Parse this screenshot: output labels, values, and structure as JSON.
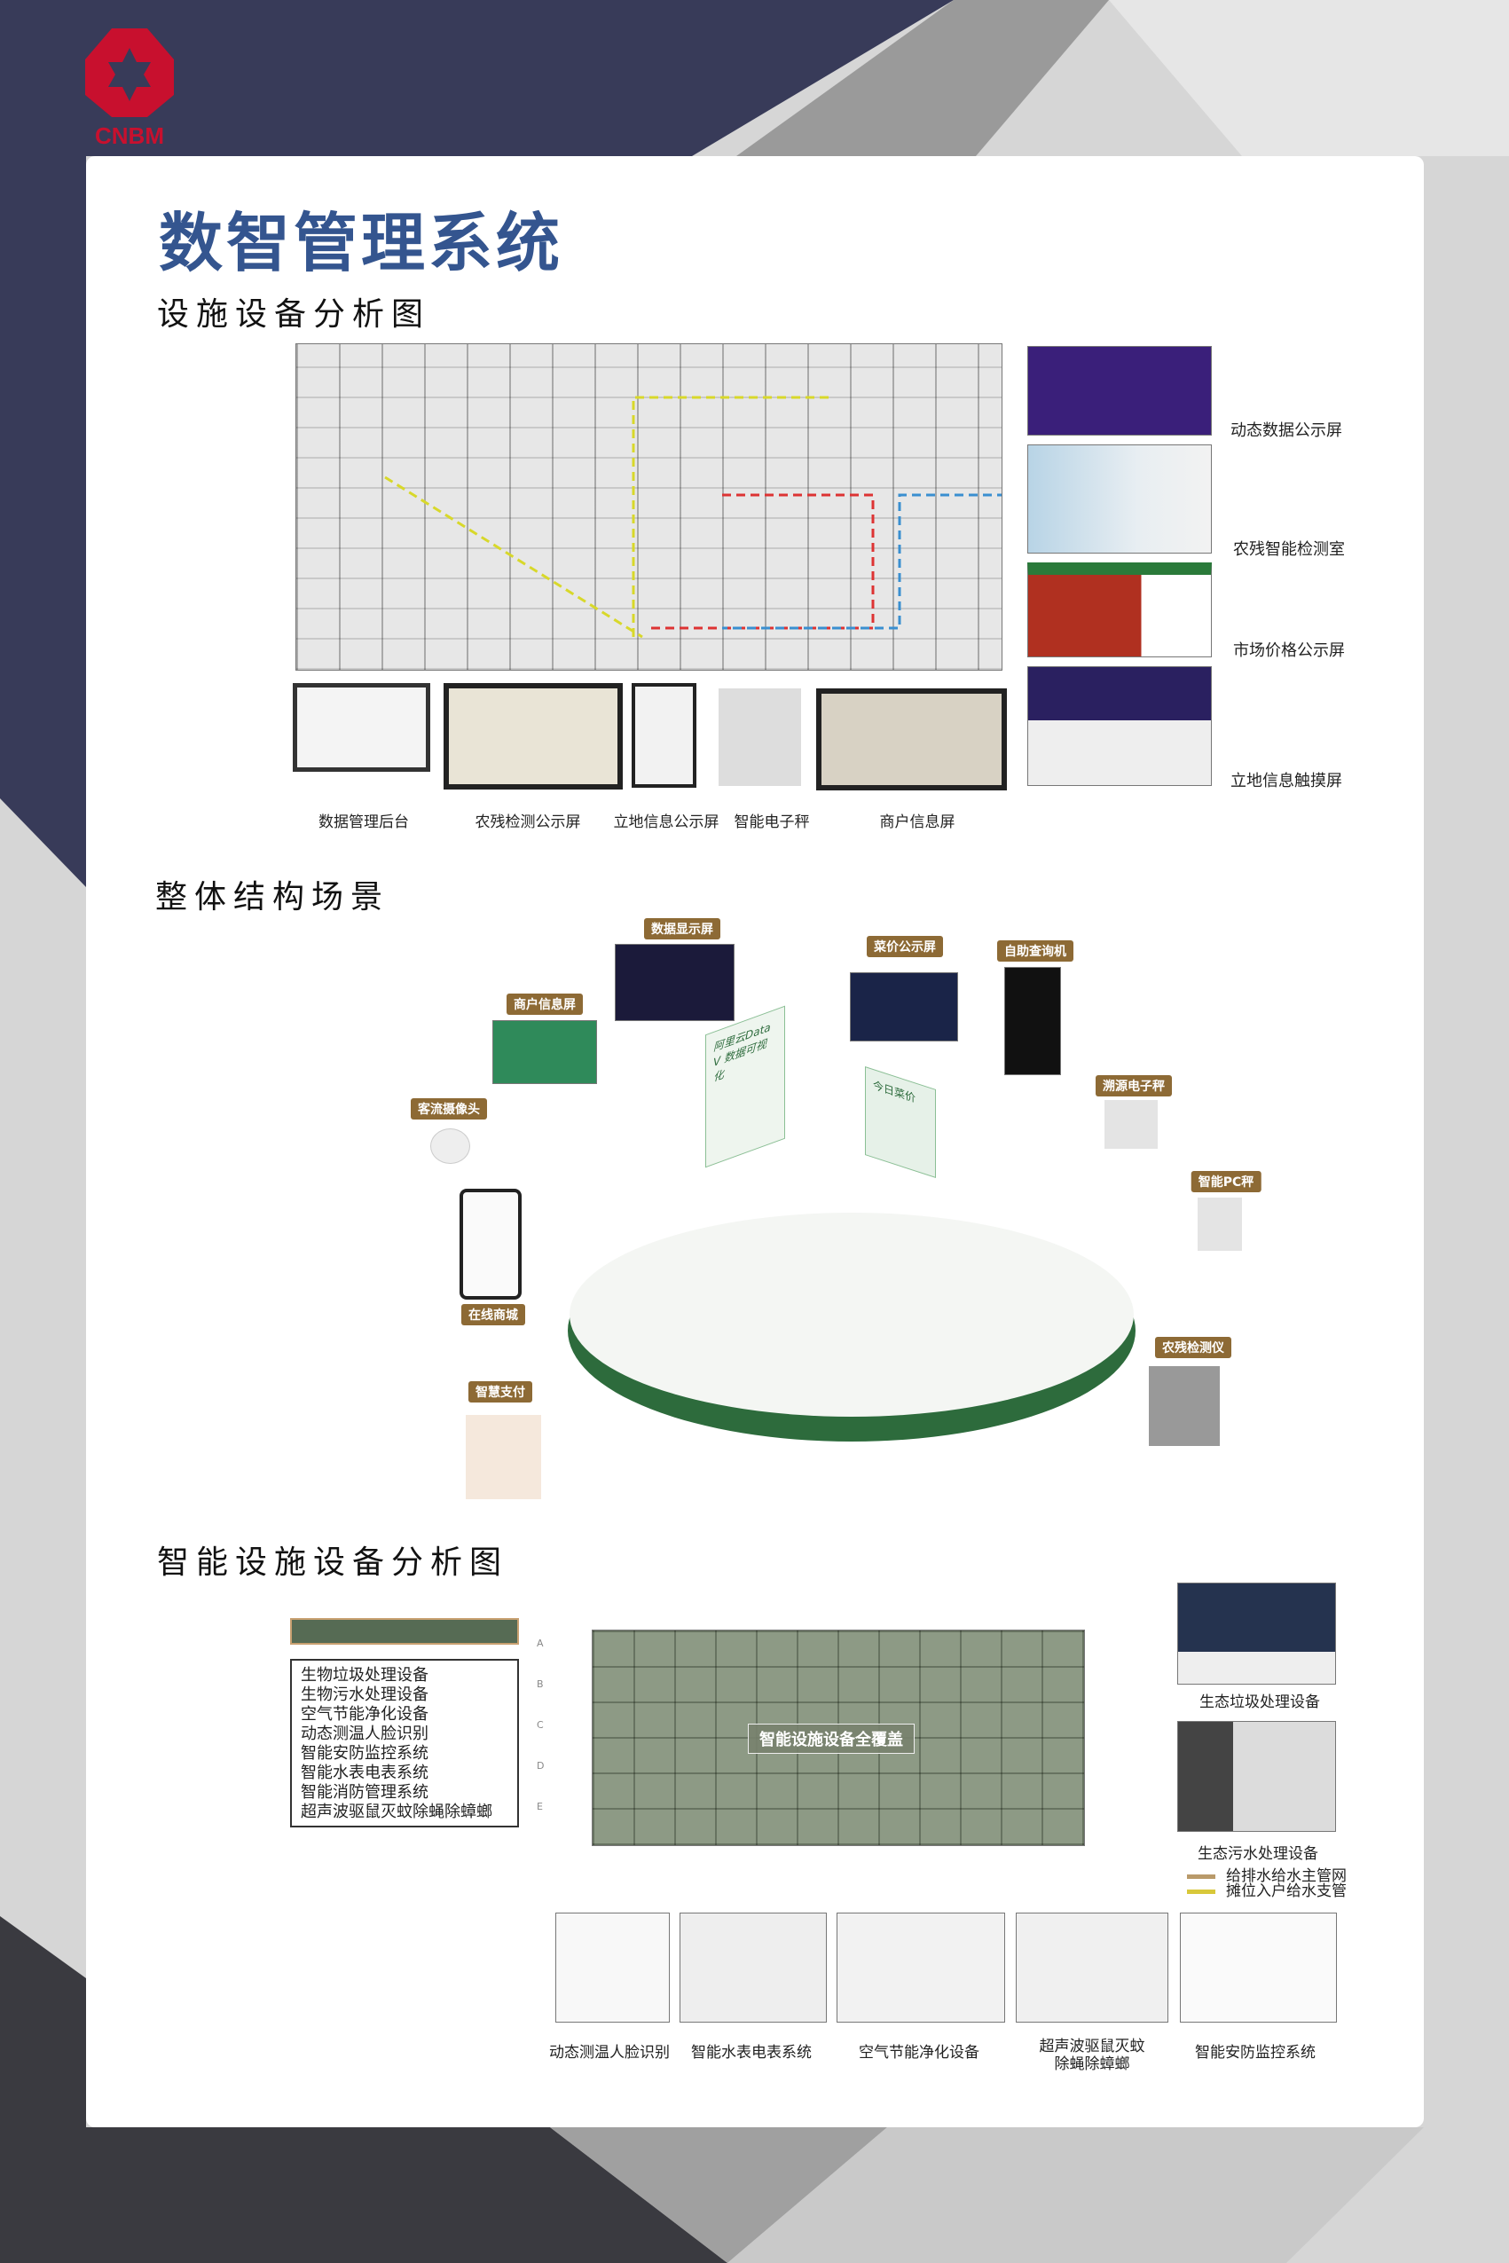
{
  "logo": {
    "text": "CNBM",
    "color": "#c8102e"
  },
  "colors": {
    "navy": "#383b59",
    "title_blue": "#34558f",
    "tag_brown": "#8d6a35",
    "disc_green": "#2d6b3c"
  },
  "title": "数智管理系统",
  "section1": {
    "heading": "设施设备分析图",
    "right_labels": [
      "动态数据公示屏",
      "农残智能检测室",
      "市场价格公示屏",
      "立地信息触摸屏"
    ],
    "bottom_labels": [
      "数据管理后台",
      "农残检测公示屏",
      "立地信息公示屏",
      "智能电子秤",
      "商户信息屏"
    ]
  },
  "section2": {
    "heading": "整体结构场景",
    "tags": [
      "数据显示屏",
      "菜价公示屏",
      "自助查询机",
      "商户信息屏",
      "客流摄像头",
      "溯源电子秤",
      "智能PC秤",
      "在线商城",
      "农残检测仪",
      "智慧支付"
    ],
    "panel_text": "阿里云Data V 数据可视化",
    "price_panel": "今日菜价"
  },
  "section3": {
    "heading": "智能设施设备分析图",
    "legend_items": [
      "生物垃圾处理设备",
      "生物污水处理设备",
      "空气节能净化设备",
      "动态测温人脸识别",
      "智能安防监控系统",
      "智能水表电表系统",
      "智能消防管理系统",
      "超声波驱鼠灭蚊除蝇除蟑螂"
    ],
    "plan_label": "智能设施设备全覆盖",
    "grid_rows": [
      "A",
      "B",
      "C",
      "D",
      "E"
    ],
    "right_labels": [
      "生态垃圾处理设备",
      "生态污水处理设备"
    ],
    "pipe_legend": [
      {
        "label": "给排水给水主管网",
        "color": "#b99a6a"
      },
      {
        "label": "摊位入户给水支管",
        "color": "#d8c83a"
      }
    ],
    "bottom_labels": [
      "动态测温人脸识别",
      "智能水表电表系统",
      "空气节能净化设备",
      "超声波驱鼠灭蚊\n除蝇除蟑螂",
      "智能安防监控系统"
    ]
  }
}
